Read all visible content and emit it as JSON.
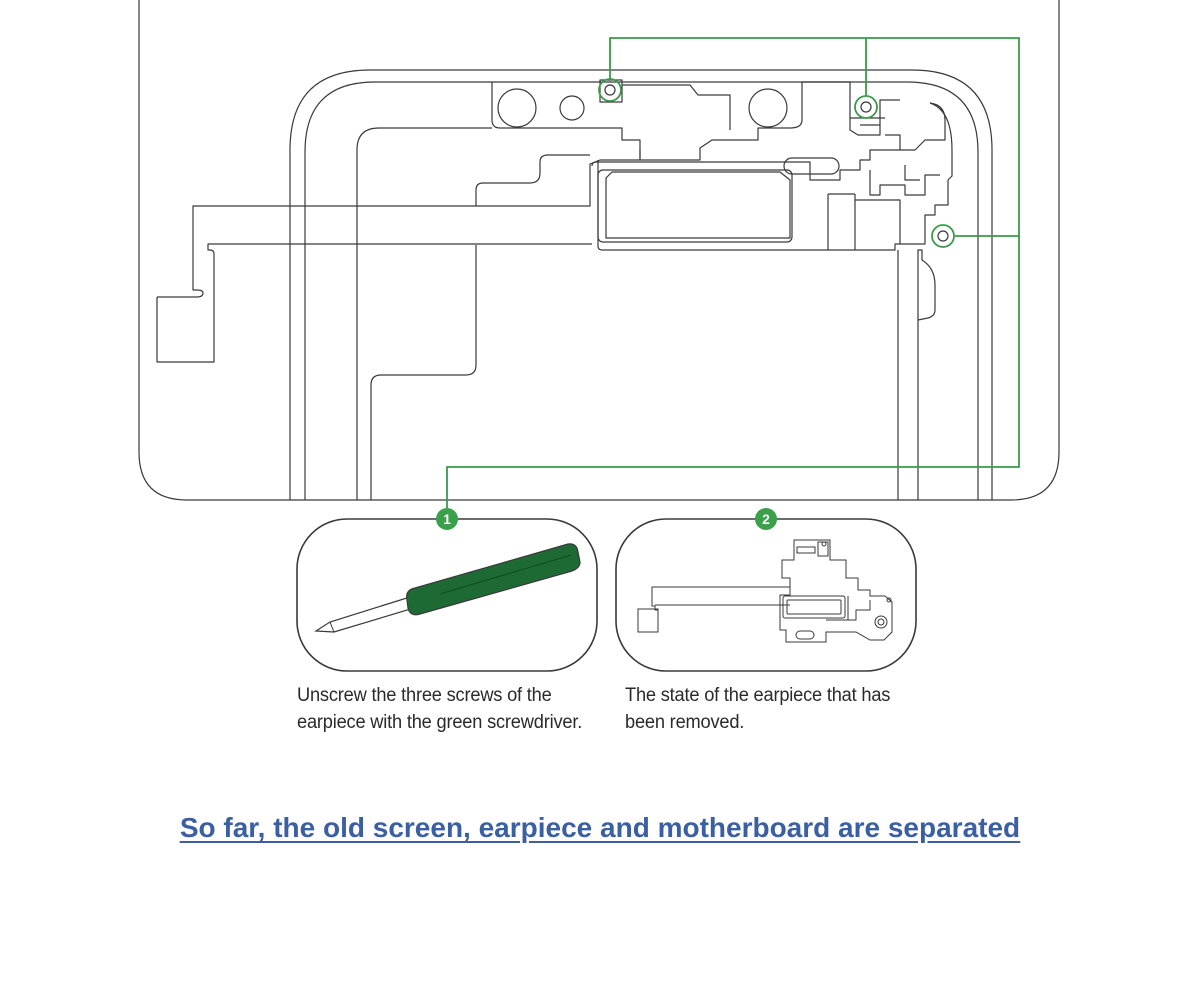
{
  "steps": [
    {
      "number": "1",
      "caption_line1": "Unscrew the three screws of the",
      "caption_line2": "earpiece with the green screwdriver."
    },
    {
      "number": "2",
      "caption_line1": "The state of the earpiece that has",
      "caption_line2": "been removed."
    }
  ],
  "summary": "So far, the old screen, earpiece and motherboard are separated",
  "colors": {
    "outline": "#3a3a3a",
    "callout_green": "#3a9a4a",
    "badge_green": "#3aa04a",
    "screwdriver_handle": "#1e6a34",
    "summary_link": "#3b5fa3"
  },
  "icons": {
    "tool": "screwdriver-icon",
    "part": "earpiece-assembly-icon",
    "screw": "screw-icon"
  }
}
